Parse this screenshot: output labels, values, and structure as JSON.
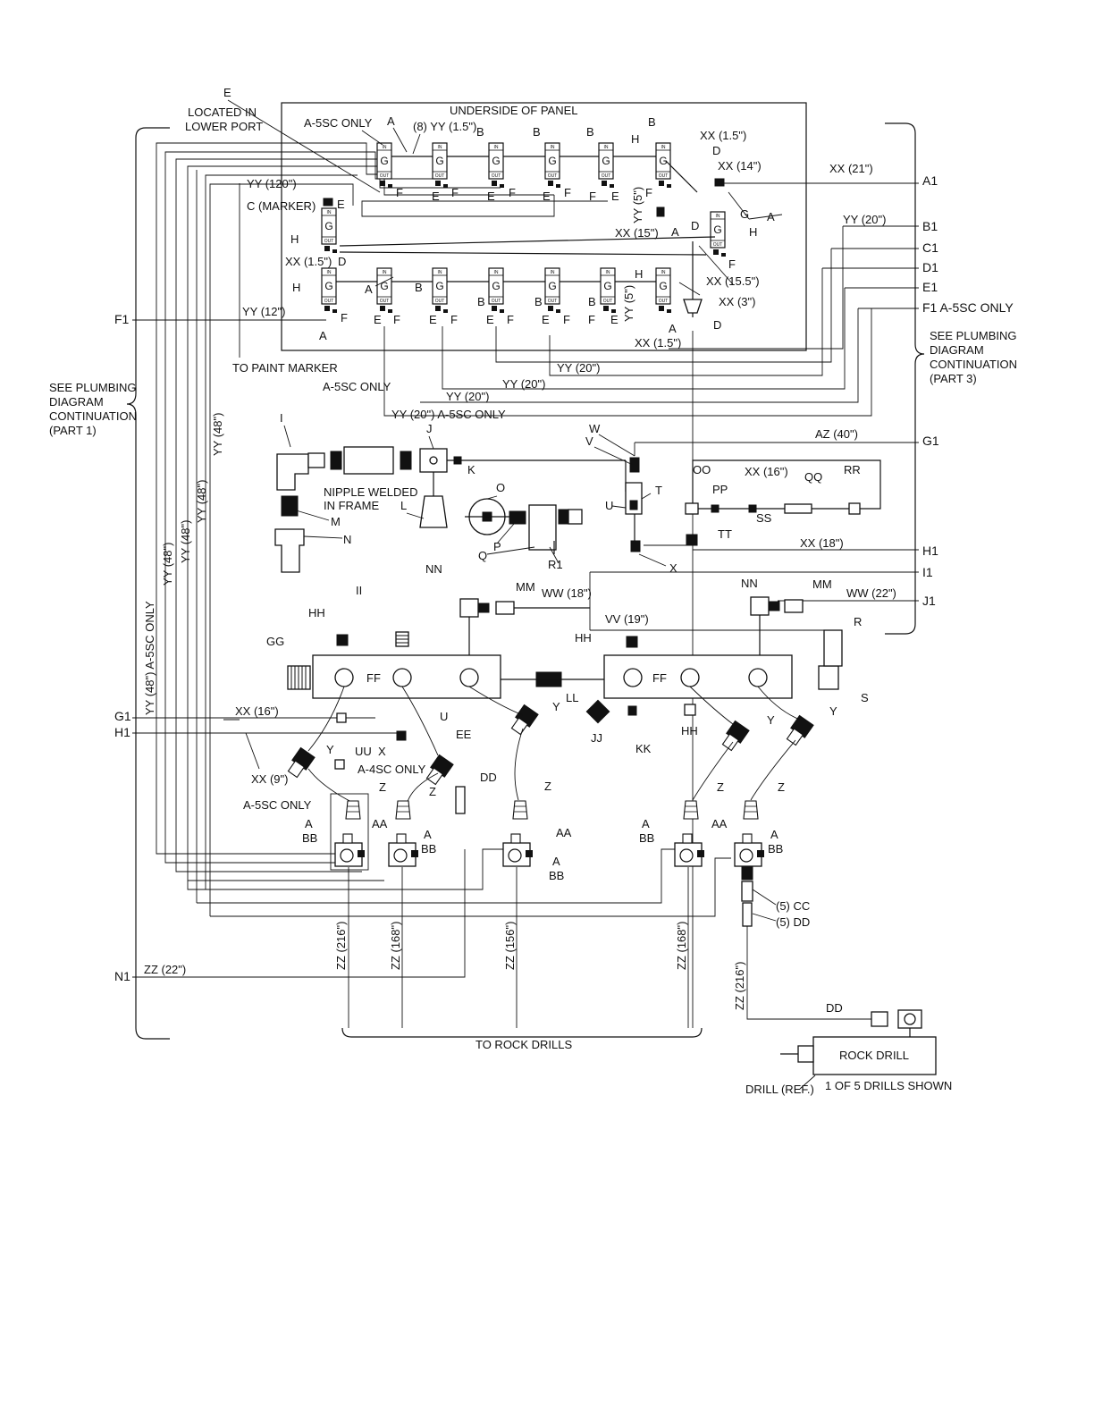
{
  "labels": {
    "underside": "UNDERSIDE OF PANEL",
    "e_top": "E",
    "located_in": "LOCATED IN",
    "lower_port": "LOWER PORT",
    "a5sc_only_top": "A-5SC ONLY",
    "a_top": "A",
    "yy_8_15": "(8) YY (1.5\")",
    "b": "B",
    "h": "H",
    "xx_15": "XX (1.5\")",
    "d": "D",
    "xx_14": "XX (14\")",
    "xx_21": "XX (21\")",
    "yy_120": "YY (120\")",
    "c_marker": "C (MARKER)",
    "yy_5": "YY (5\")",
    "g": "G",
    "yy_20": "YY (20\")",
    "xx_155": "XX (15.5\")",
    "xx_15b": "XX (15\")",
    "xx_3": "XX (3\")",
    "yy_12": "YY (12\")",
    "f": "F",
    "e": "E",
    "a": "A",
    "to_paint_marker": "TO PAINT MARKER",
    "a5sc_only": "A-5SC ONLY",
    "yy_20_a5sc": "YY (20\") A-5SC ONLY",
    "see_part1": [
      "SEE PLUMBING",
      "DIAGRAM",
      "CONTINUATION",
      "(PART 1)"
    ],
    "see_part3": [
      "SEE PLUMBING",
      "DIAGRAM",
      "CONTINUATION",
      "(PART 3)"
    ],
    "yy_48": "YY (48\")",
    "yy_48_a5sc": "YY (48\") A-5SC ONLY",
    "nipple": [
      "NIPPLE WELDED",
      "IN FRAME"
    ],
    "az_40": "AZ (40\")",
    "oo": "OO",
    "xx_16": "XX (16\")",
    "qq": "QQ",
    "rr": "RR",
    "pp": "PP",
    "ss": "SS",
    "tt": "TT",
    "xx_18": "XX (18\")",
    "i": "I",
    "j": "J",
    "k": "K",
    "l": "L",
    "m": "M",
    "n": "N",
    "o": "O",
    "p": "P",
    "q": "Q",
    "r1": "R1",
    "w": "W",
    "v": "V",
    "t": "T",
    "u": "U",
    "x": "X",
    "nn": "NN",
    "mm": "MM",
    "ww_18": "WW (18\")",
    "ww_22": "WW (22\")",
    "ii": "II",
    "hh": "HH",
    "gg": "GG",
    "vv_19": "VV (19\")",
    "r": "R",
    "s": "S",
    "ff": "FF",
    "ll": "LL",
    "y": "Y",
    "jj": "JJ",
    "kk": "KK",
    "ee": "EE",
    "dd": "DD",
    "uu": "UU",
    "a4sc_only": "A-4SC ONLY",
    "xx_9": "XX (9\")",
    "z": "Z",
    "aa": "AA",
    "bb": "BB",
    "cc5": "(5) CC",
    "dd5": "(5) DD",
    "zz_216": "ZZ (216\")",
    "zz_168": "ZZ (168\")",
    "zz_156": "ZZ (156\")",
    "zz_22": "ZZ (22\")",
    "to_rock_drills": "TO ROCK DRILLS",
    "rock_drill": "ROCK DRILL",
    "drill_ref": "DRILL (REF.)",
    "one_of_5": "1 OF 5 DRILLS SHOWN",
    "in": "IN",
    "out": "OUT"
  },
  "connectors_right": [
    "A1",
    "B1",
    "C1",
    "D1",
    "E1",
    "F1 A-5SC ONLY",
    "G1",
    "H1",
    "I1",
    "J1"
  ],
  "connectors_left": [
    "F1",
    "G1",
    "H1",
    "N1"
  ]
}
